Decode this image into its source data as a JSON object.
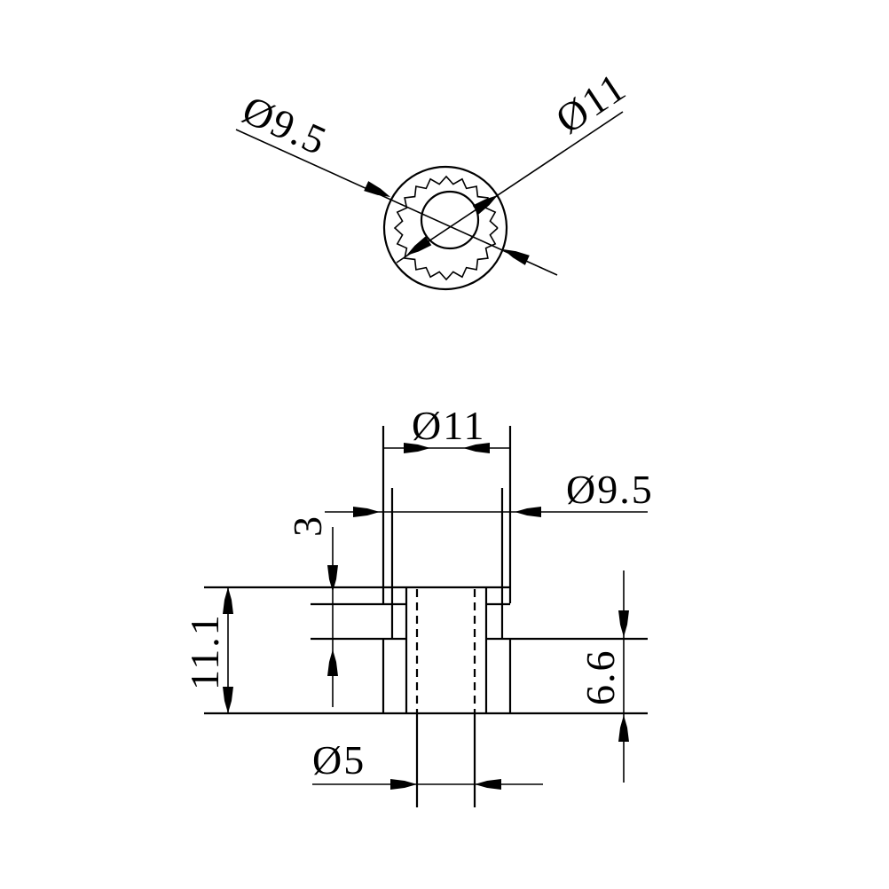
{
  "drawing": {
    "type": "technical-drawing",
    "subject": "toothed idler pulley",
    "line_color": "#000000",
    "background": "#ffffff"
  },
  "top_view": {
    "label_left": "Ø9.5",
    "label_right": "Ø11",
    "tooth_count": 20,
    "outer_circle": "Ø11",
    "tooth_circle": "Ø9.5",
    "bore_circle": "Ø5"
  },
  "side_view": {
    "dim_top_width": "Ø11",
    "dim_inner_width": "Ø9.5",
    "dim_flange_thickness": "3",
    "dim_total_height": "11.1",
    "dim_base_height": "6.6",
    "dim_bore": "Ø5"
  }
}
